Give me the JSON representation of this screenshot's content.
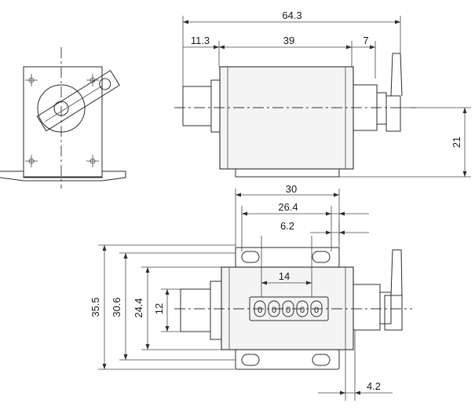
{
  "dimensions": {
    "overall_length": "64.3",
    "shaft_length": "11.3",
    "body_length": "39",
    "lever_offset": "7",
    "center_height": "21",
    "base_width": "30",
    "hole_span": "26.4",
    "hole_offset": "6.2",
    "window_width": "14",
    "total_height": "35.5",
    "hole_pitch": "30.6",
    "body_height": "24.4",
    "shaft_diameter": "12",
    "lever_gap": "4.2"
  },
  "counter_digits": [
    "0",
    "0",
    "0",
    "0",
    "0"
  ],
  "colors": {
    "line": "#2b2b2b",
    "paper": "#ffffff",
    "body": "#f4f4f4"
  }
}
